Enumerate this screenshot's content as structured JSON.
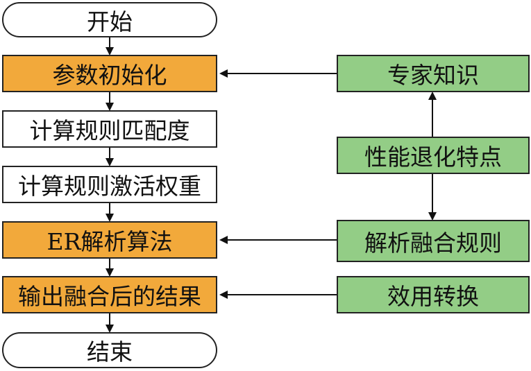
{
  "flow": {
    "start": "开始",
    "param_init": "参数初始化",
    "match_degree": "计算规则匹配度",
    "activation_weight": "计算规则激活权重",
    "er_algorithm": "ER解析算法",
    "output_result": "输出融合后的结果",
    "end": "结束"
  },
  "knowledge": {
    "expert_knowledge": "专家知识",
    "degradation_features": "性能退化特点",
    "fusion_rules": "解析融合规则",
    "utility_transform": "效用转换"
  },
  "colors": {
    "process_highlight": "#f2a93b",
    "knowledge_box": "#93cd86",
    "plain_box": "#ffffff",
    "line": "#111111"
  }
}
